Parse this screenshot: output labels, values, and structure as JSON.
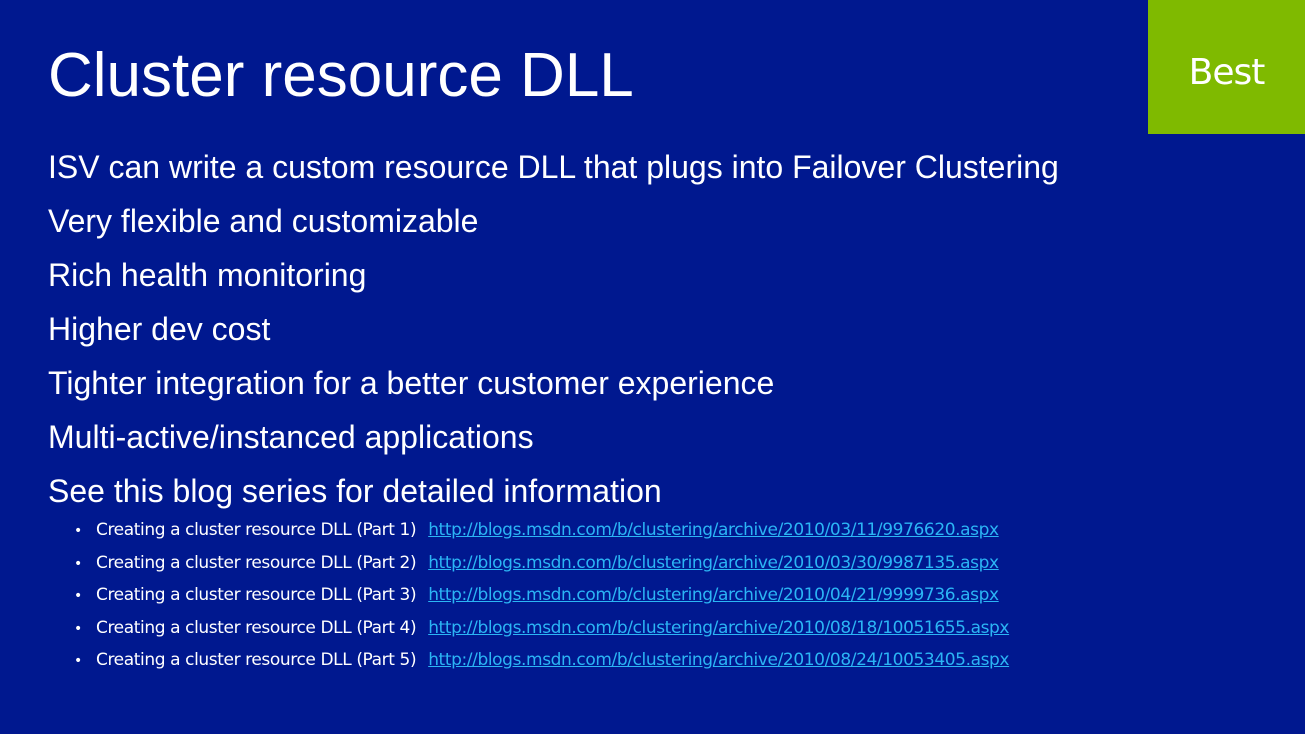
{
  "slide": {
    "title": "Cluster resource DLL",
    "badge": "Best",
    "colors": {
      "background": "#00188f",
      "badge": "#7fba00",
      "link": "#2bb5f5",
      "text": "#ffffff"
    },
    "points": [
      "ISV can write a custom resource DLL that plugs into Failover Clustering",
      "Very flexible and customizable",
      "Rich health monitoring",
      "Higher dev cost",
      "Tighter integration for a better customer experience",
      "Multi-active/instanced applications",
      "See this blog series for detailed information"
    ],
    "references": [
      {
        "bullet": "•",
        "label": "Creating a cluster resource DLL (Part 1)",
        "url": "http://blogs.msdn.com/b/clustering/archive/2010/03/11/9976620.aspx"
      },
      {
        "bullet": "•",
        "label": "Creating a cluster resource DLL (Part 2)",
        "url": "http://blogs.msdn.com/b/clustering/archive/2010/03/30/9987135.aspx"
      },
      {
        "bullet": "•",
        "label": "Creating a cluster resource DLL (Part 3)",
        "url": "http://blogs.msdn.com/b/clustering/archive/2010/04/21/9999736.aspx"
      },
      {
        "bullet": "•",
        "label": "Creating a cluster resource DLL (Part 4)",
        "url": "http://blogs.msdn.com/b/clustering/archive/2010/08/18/10051655.aspx"
      },
      {
        "bullet": "•",
        "label": "Creating a cluster resource DLL (Part 5)",
        "url": "http://blogs.msdn.com/b/clustering/archive/2010/08/24/10053405.aspx"
      }
    ]
  }
}
